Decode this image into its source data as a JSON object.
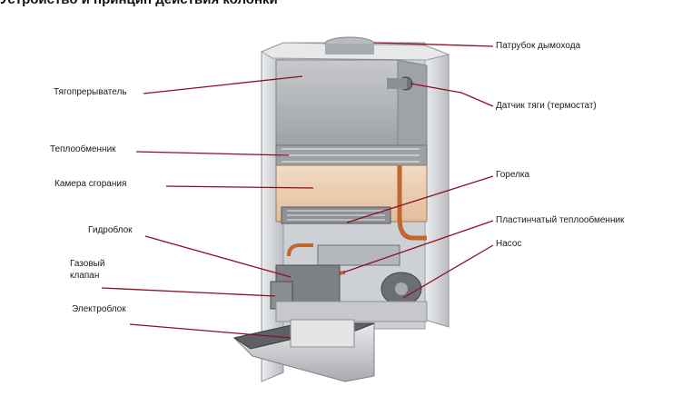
{
  "heading": "Устройство и принцип действия колонки",
  "labels": {
    "flue_pipe": "Патрубок дымохода",
    "draft_breaker": "Тягопреры­ватель",
    "draft_sensor": "Датчик тяги (термостат)",
    "heat_exchanger": "Теплообменник",
    "combustion_chamber": "Камера сгорания",
    "burner": "Горелка",
    "plate_heat_exchanger": "Пластинчатый  теплообменник",
    "hydro_block": "Гидроблок",
    "pump": "Насос",
    "gas_valve": "Газовый\nклапан",
    "electro_block": "Электроблок"
  },
  "colors": {
    "leader_line": "#8b1020",
    "casing": "#d9dbde",
    "panel_dark": "#8a8d92",
    "copper": "#c0662e"
  }
}
